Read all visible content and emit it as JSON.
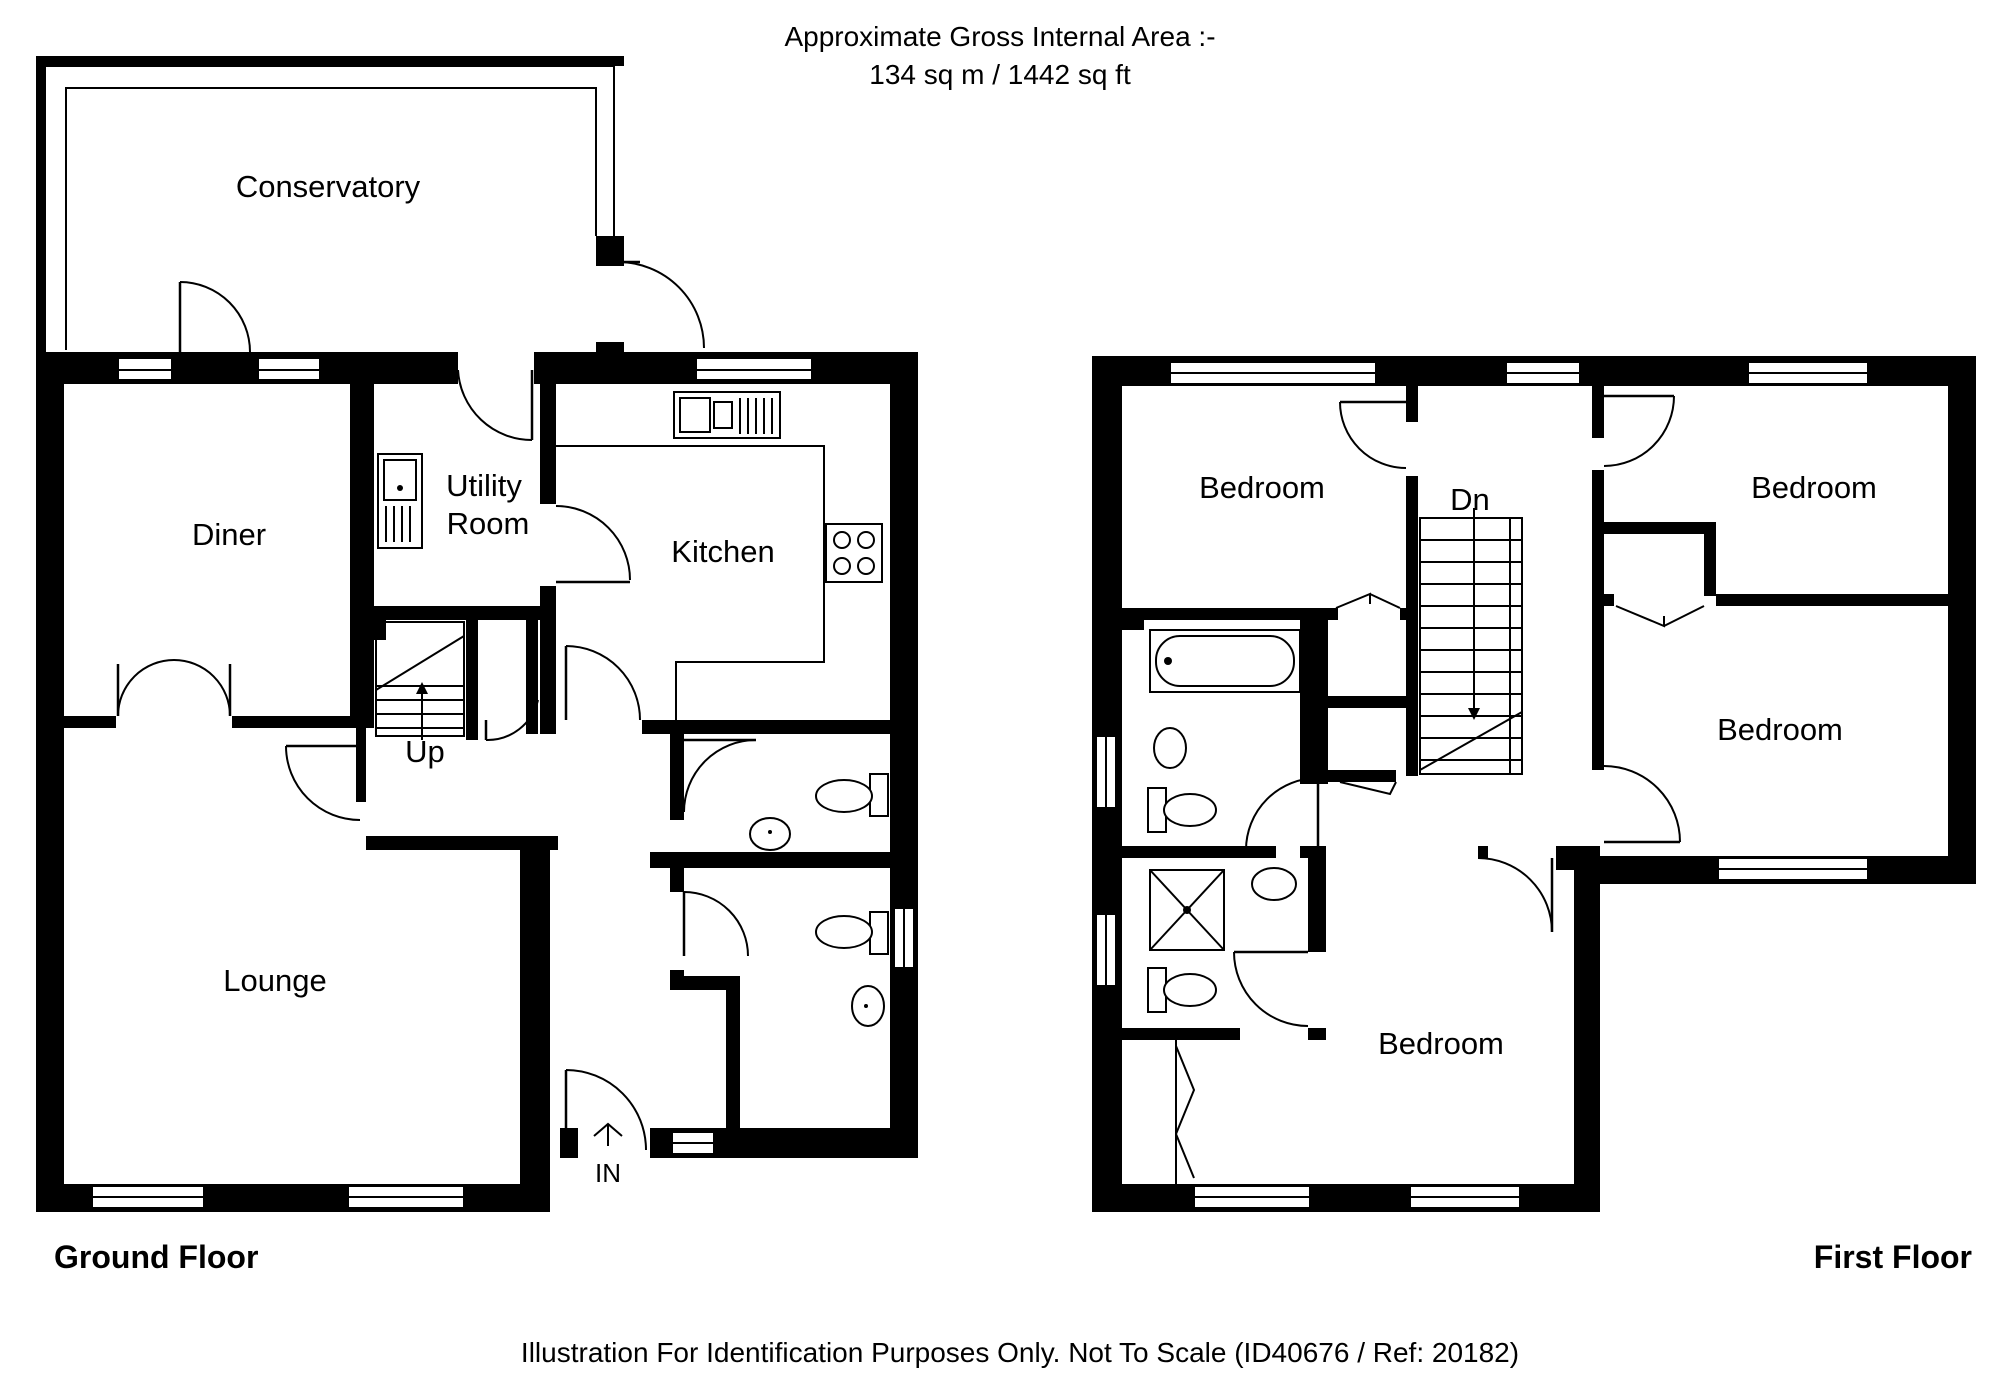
{
  "header": {
    "area_title": "Approximate Gross Internal Area :-",
    "area_value": "134 sq m / 1442 sq ft"
  },
  "ground_floor": {
    "label": "Ground Floor",
    "rooms": {
      "conservatory": "Conservatory",
      "diner": "Diner",
      "utility_line1": "Utility",
      "utility_line2": "Room",
      "kitchen": "Kitchen",
      "lounge": "Lounge"
    },
    "stairs_label": "Up",
    "entrance_label": "IN"
  },
  "first_floor": {
    "label": "First Floor",
    "rooms": {
      "bedroom_top_left": "Bedroom",
      "bedroom_top_right": "Bedroom",
      "bedroom_right": "Bedroom",
      "bedroom_bottom": "Bedroom"
    },
    "stairs_label": "Dn"
  },
  "footer": {
    "disclaimer": "Illustration For Identification Purposes Only. Not To Scale (ID40676 / Ref: 20182)"
  }
}
